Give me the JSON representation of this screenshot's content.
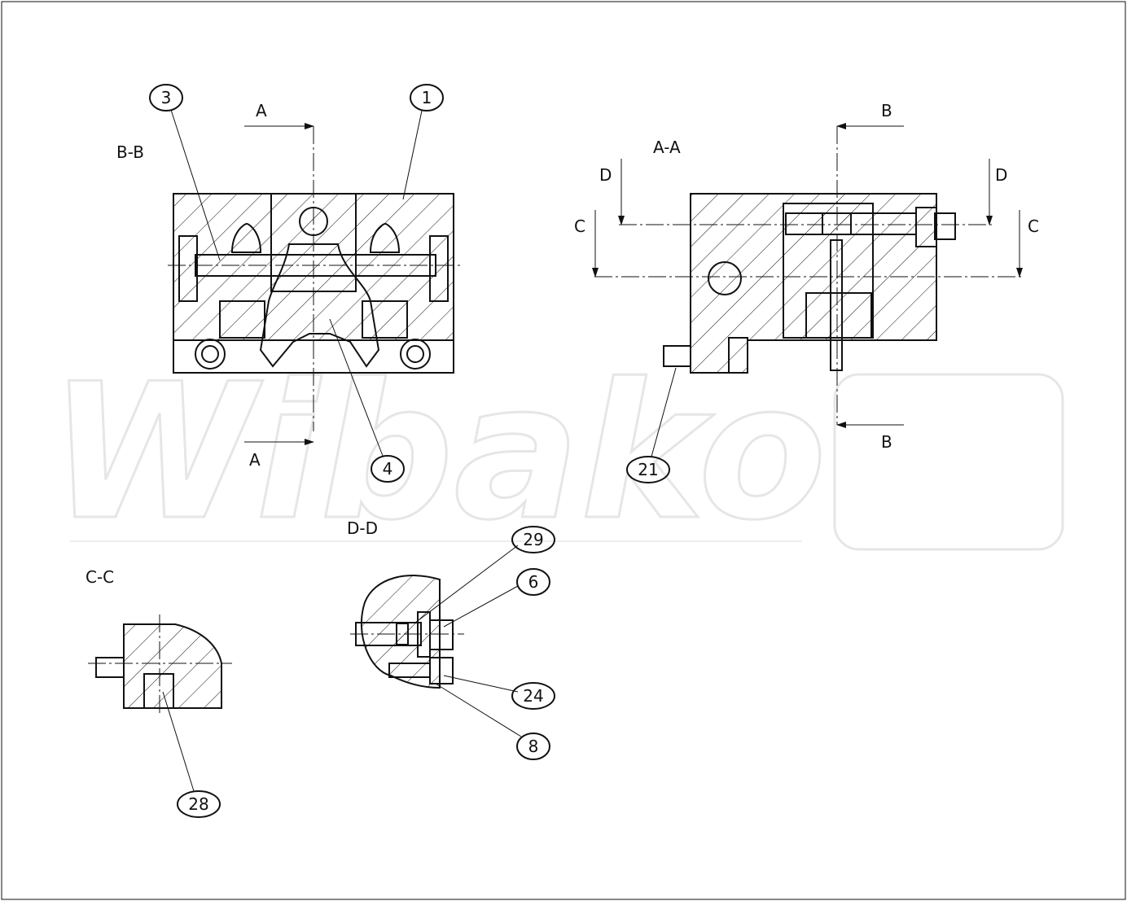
{
  "watermark": {
    "text": "Wibako"
  },
  "views": {
    "bb": {
      "title": "B-B"
    },
    "aa": {
      "title": "A-A"
    },
    "cc": {
      "title": "C-C"
    },
    "dd": {
      "title": "D-D"
    }
  },
  "section_markers": {
    "a_top": "A",
    "a_bottom": "A",
    "b_top": "B",
    "b_bottom": "B",
    "c_left": "C",
    "c_right": "C",
    "d_left": "D",
    "d_right": "D"
  },
  "balloons": {
    "b3": "3",
    "b1": "1",
    "b4": "4",
    "b21": "21",
    "b29": "29",
    "b6": "6",
    "b24": "24",
    "b8": "8",
    "b28": "28"
  }
}
